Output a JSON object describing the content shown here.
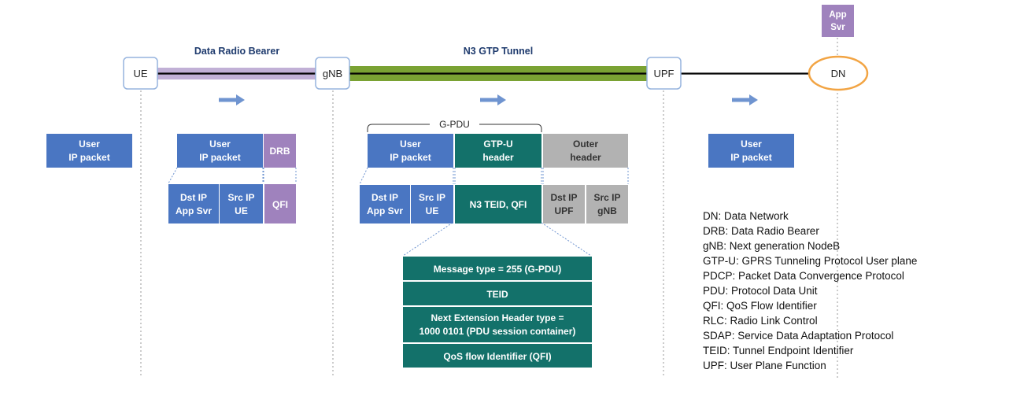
{
  "colors": {
    "blue": "#4a76c2",
    "teal": "#13716a",
    "purple": "#9f82bd",
    "purple_light": "#c1b0d6",
    "grey": "#b2b2b2",
    "green": "#7aa233",
    "orange": "#f2a443",
    "arrow": "#6f94d0",
    "title_text": "#1f3b6e"
  },
  "nodes": {
    "ue": "UE",
    "gnb": "gNB",
    "upf": "UPF",
    "dn": "DN",
    "app_svr": [
      "App",
      "Svr"
    ]
  },
  "links": {
    "drb": "Data Radio Bearer",
    "n3": "N3 GTP Tunnel"
  },
  "packets": {
    "stage1": {
      "user_ip": [
        "User",
        "IP packet"
      ]
    },
    "stage2": {
      "user_ip": [
        "User",
        "IP packet"
      ],
      "drb": "DRB",
      "dst_ip": [
        "Dst IP",
        "App Svr"
      ],
      "src_ip": [
        "Src IP",
        "UE"
      ],
      "qfi": "QFI"
    },
    "stage3": {
      "gpdu_label": "G-PDU",
      "user_ip": [
        "User",
        "IP packet"
      ],
      "gtpu": [
        "GTP-U",
        "header"
      ],
      "outer": [
        "Outer",
        "header"
      ],
      "dst_ip": [
        "Dst IP",
        "App Svr"
      ],
      "src_ip": [
        "Src IP",
        "UE"
      ],
      "n3_teid": "N3 TEID, QFI",
      "outer_dst": [
        "Dst IP",
        "UPF"
      ],
      "outer_src": [
        "Src IP",
        "gNB"
      ],
      "gtp_fields": [
        [
          "Message type = 255 (G-PDU)"
        ],
        [
          "TEID"
        ],
        [
          "Next Extension Header type =",
          "1000 0101 (PDU session container)"
        ],
        [
          "QoS flow Identifier (QFI)"
        ]
      ]
    },
    "stage4": {
      "user_ip": [
        "User",
        "IP packet"
      ]
    }
  },
  "abbreviations": [
    "DN: Data Network",
    "DRB: Data Radio Bearer",
    "gNB: Next generation NodeB",
    "GTP-U: GPRS Tunneling Protocol User plane",
    "PDCP: Packet Data Convergence Protocol",
    "PDU: Protocol Data Unit",
    "QFI: QoS Flow Identifier",
    "RLC: Radio Link Control",
    "SDAP: Service Data Adaptation Protocol",
    "TEID: Tunnel Endpoint Identifier",
    "UPF: User Plane Function"
  ]
}
